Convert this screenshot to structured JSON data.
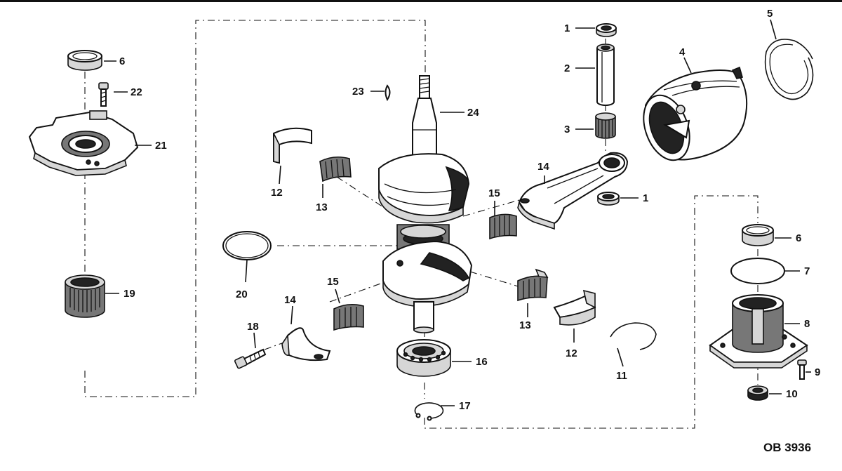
{
  "diagram": {
    "code": "OB 3936",
    "parts": [
      {
        "key": "p1a",
        "number": "1"
      },
      {
        "key": "p2",
        "number": "2"
      },
      {
        "key": "p3",
        "number": "3"
      },
      {
        "key": "p4",
        "number": "4"
      },
      {
        "key": "p5",
        "number": "5"
      },
      {
        "key": "p6a",
        "number": "6"
      },
      {
        "key": "p22",
        "number": "22"
      },
      {
        "key": "p21",
        "number": "21"
      },
      {
        "key": "p23",
        "number": "23"
      },
      {
        "key": "p24",
        "number": "24"
      },
      {
        "key": "p12a",
        "number": "12"
      },
      {
        "key": "p13a",
        "number": "13"
      },
      {
        "key": "p14a",
        "number": "14"
      },
      {
        "key": "p1b",
        "number": "1"
      },
      {
        "key": "p15a",
        "number": "15"
      },
      {
        "key": "p6b",
        "number": "6"
      },
      {
        "key": "p7",
        "number": "7"
      },
      {
        "key": "p8",
        "number": "8"
      },
      {
        "key": "p9",
        "number": "9"
      },
      {
        "key": "p10",
        "number": "10"
      },
      {
        "key": "p20",
        "number": "20"
      },
      {
        "key": "p19",
        "number": "19"
      },
      {
        "key": "p15b",
        "number": "15"
      },
      {
        "key": "p14b",
        "number": "14"
      },
      {
        "key": "p18",
        "number": "18"
      },
      {
        "key": "p13b",
        "number": "13"
      },
      {
        "key": "p12b",
        "number": "12"
      },
      {
        "key": "p11",
        "number": "11"
      },
      {
        "key": "p16",
        "number": "16"
      },
      {
        "key": "p17",
        "number": "17"
      }
    ]
  }
}
